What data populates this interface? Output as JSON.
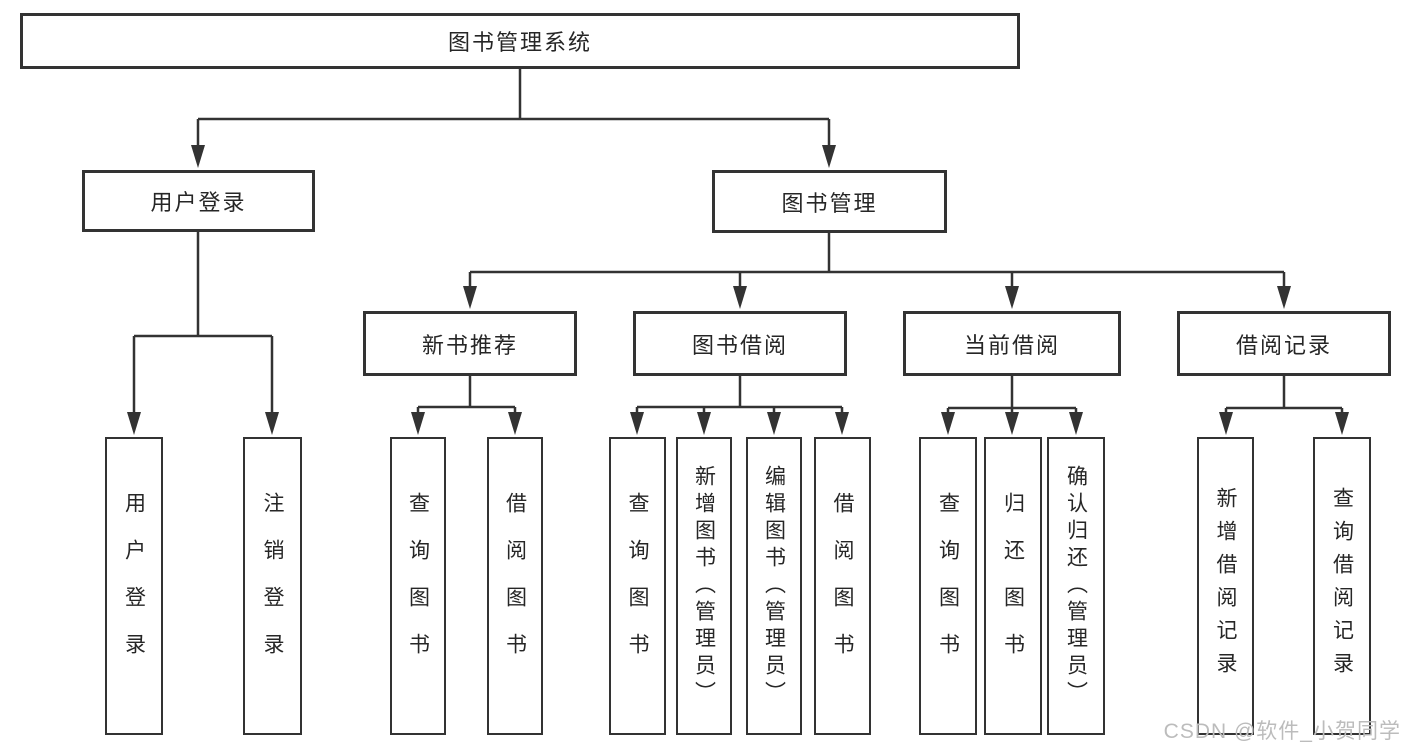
{
  "diagram": {
    "root": {
      "label": "图书管理系统"
    },
    "level2": [
      {
        "label": "用户登录"
      },
      {
        "label": "图书管理"
      }
    ],
    "level3": [
      {
        "label": "新书推荐"
      },
      {
        "label": "图书借阅"
      },
      {
        "label": "当前借阅"
      },
      {
        "label": "借阅记录"
      }
    ],
    "leaves": [
      {
        "label": "用户登录"
      },
      {
        "label": "注销登录"
      },
      {
        "label": "查询图书"
      },
      {
        "label": "借阅图书"
      },
      {
        "label": "查询图书"
      },
      {
        "label": "新增图书（管理员）"
      },
      {
        "label": "编辑图书（管理员）"
      },
      {
        "label": "借阅图书"
      },
      {
        "label": "查询图书"
      },
      {
        "label": "归还图书"
      },
      {
        "label": "确认归还（管理员）"
      },
      {
        "label": "新增借阅记录"
      },
      {
        "label": "查询借阅记录"
      }
    ],
    "watermark": "CSDN @软件_小贺同学",
    "colors": {
      "line": "#333333",
      "box_border": "#333333",
      "text": "#262626",
      "watermark": "#bcbcbc",
      "background": "#ffffff"
    }
  }
}
